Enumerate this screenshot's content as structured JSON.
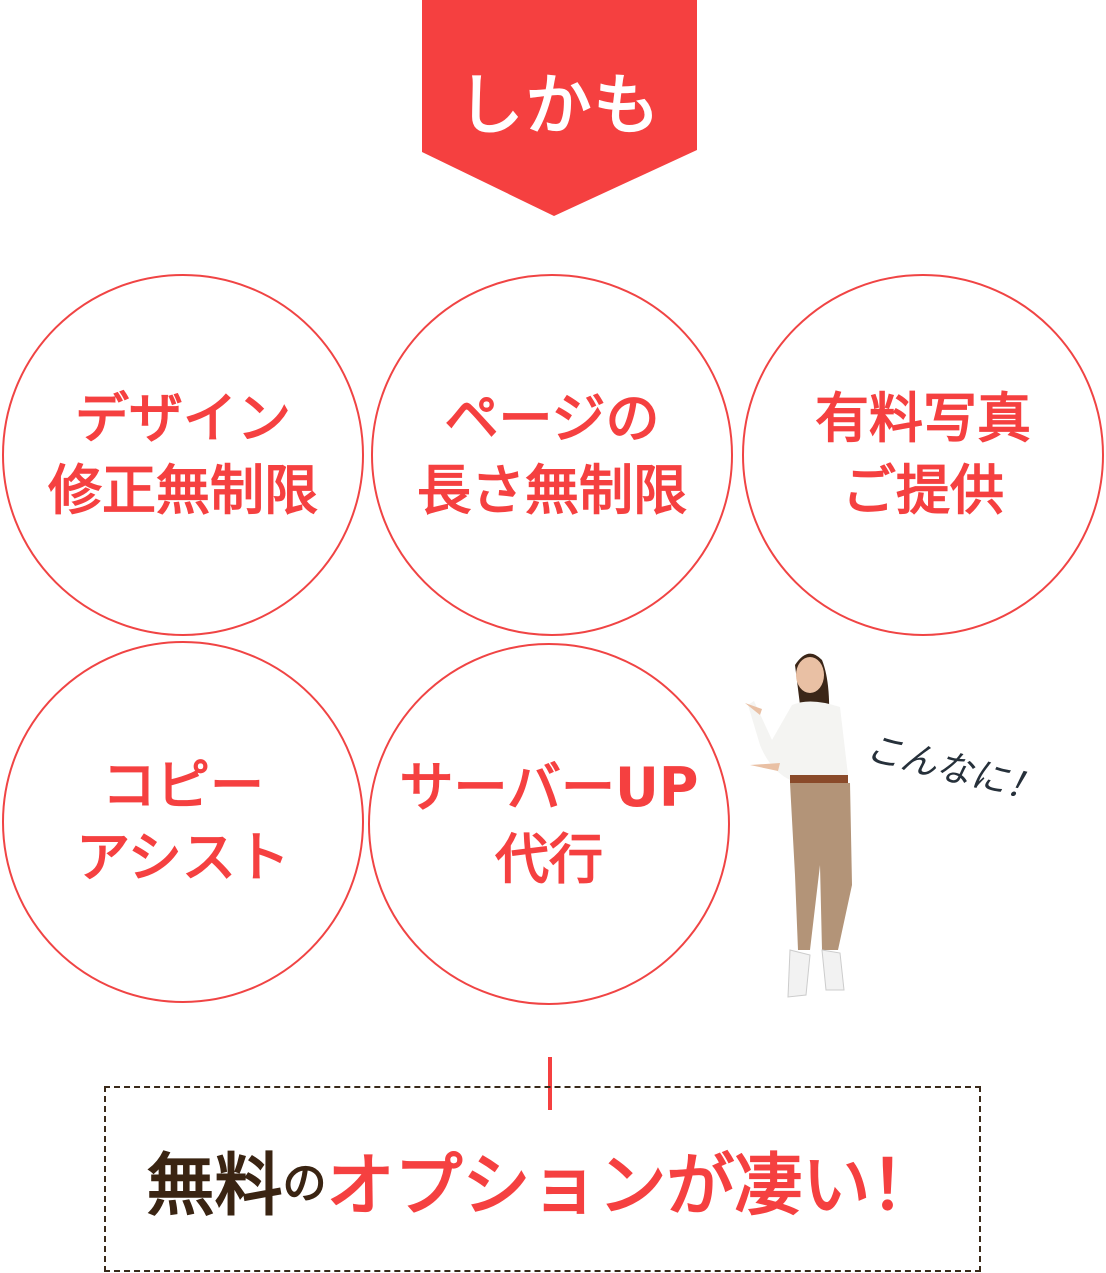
{
  "colors": {
    "accent": "#f54040",
    "dark": "#3a2412"
  },
  "banner": {
    "label": "しかも"
  },
  "options": [
    {
      "lines": [
        "デザイン",
        "修正無制限"
      ]
    },
    {
      "lines": [
        "ページの",
        "長さ無制限"
      ]
    },
    {
      "lines": [
        "有料写真",
        "ご提供"
      ]
    },
    {
      "lines": [
        "コピー",
        "アシスト"
      ]
    },
    {
      "lines": [
        "サーバーUP",
        "代行"
      ]
    }
  ],
  "speech": "こんなに！",
  "footer": {
    "part1": "無料",
    "part2": "の",
    "part3": "オプションが凄い！"
  }
}
